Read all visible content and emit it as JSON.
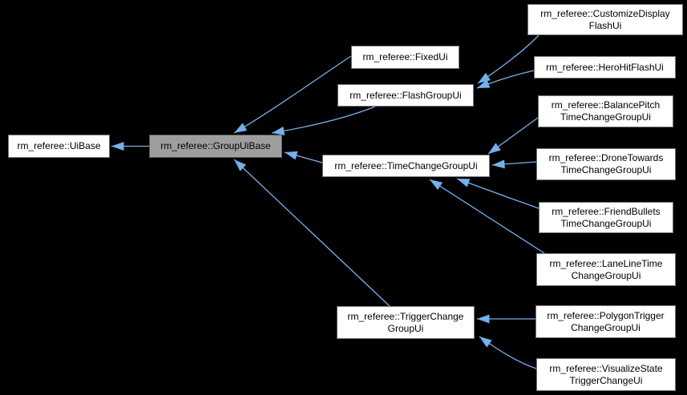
{
  "diagram": {
    "kind": "inheritance-graph",
    "background_color": "#000000",
    "edge_color": "#74b1ec",
    "node_fill": "#ffffff",
    "node_border": "#757575",
    "highlight_fill": "#9e9e9e",
    "highlight_border": "#545454",
    "text_color": "#000000",
    "nodes": [
      {
        "id": "uibase",
        "full_name": "rm_referee::UiBase",
        "label": [
          "rm_referee::UiBase"
        ],
        "role": "base"
      },
      {
        "id": "groupuibase",
        "full_name": "rm_referee::GroupUiBase",
        "label": [
          "rm_referee::GroupUiBase"
        ],
        "role": "current"
      },
      {
        "id": "fixedui",
        "full_name": "rm_referee::FixedUi",
        "label": [
          "rm_referee::FixedUi"
        ],
        "role": "derived"
      },
      {
        "id": "flashgroupui",
        "full_name": "rm_referee::FlashGroupUi",
        "label": [
          "rm_referee::FlashGroupUi"
        ],
        "role": "derived"
      },
      {
        "id": "timechangegroupui",
        "full_name": "rm_referee::TimeChangeGroupUi",
        "label": [
          "rm_referee::TimeChangeGroupUi"
        ],
        "role": "derived"
      },
      {
        "id": "triggerchangegroupui",
        "full_name": "rm_referee::TriggerChangeGroupUi",
        "label": [
          "rm_referee::TriggerChange",
          "GroupUi"
        ],
        "role": "derived"
      },
      {
        "id": "customizedisplayflashui",
        "full_name": "rm_referee::CustomizeDisplayFlashUi",
        "label": [
          "rm_referee::CustomizeDisplay",
          "FlashUi"
        ],
        "role": "derived"
      },
      {
        "id": "herohitflashui",
        "full_name": "rm_referee::HeroHitFlashUi",
        "label": [
          "rm_referee::HeroHitFlashUi"
        ],
        "role": "derived"
      },
      {
        "id": "balancepitch",
        "full_name": "rm_referee::BalancePitchTimeChangeGroupUi",
        "label": [
          "rm_referee::BalancePitch",
          "TimeChangeGroupUi"
        ],
        "role": "derived"
      },
      {
        "id": "dronetowards",
        "full_name": "rm_referee::DroneTowardsTimeChangeGroupUi",
        "label": [
          "rm_referee::DroneTowards",
          "TimeChangeGroupUi"
        ],
        "role": "derived"
      },
      {
        "id": "friendbullets",
        "full_name": "rm_referee::FriendBulletsTimeChangeGroupUi",
        "label": [
          "rm_referee::FriendBullets",
          "TimeChangeGroupUi"
        ],
        "role": "derived"
      },
      {
        "id": "laneline",
        "full_name": "rm_referee::LaneLineTimeChangeGroupUi",
        "label": [
          "rm_referee::LaneLineTime",
          "ChangeGroupUi"
        ],
        "role": "derived"
      },
      {
        "id": "polygontrigger",
        "full_name": "rm_referee::PolygonTriggerChangeGroupUi",
        "label": [
          "rm_referee::PolygonTrigger",
          "ChangeGroupUi"
        ],
        "role": "derived"
      },
      {
        "id": "visualizestate",
        "full_name": "rm_referee::VisualizeStateTriggerChangeUi",
        "label": [
          "rm_referee::VisualizeState",
          "TriggerChangeUi"
        ],
        "role": "derived"
      }
    ],
    "edges": [
      {
        "from": "rm_referee::GroupUiBase",
        "to": "rm_referee::UiBase"
      },
      {
        "from": "rm_referee::FixedUi",
        "to": "rm_referee::GroupUiBase"
      },
      {
        "from": "rm_referee::FlashGroupUi",
        "to": "rm_referee::GroupUiBase"
      },
      {
        "from": "rm_referee::TimeChangeGroupUi",
        "to": "rm_referee::GroupUiBase"
      },
      {
        "from": "rm_referee::TriggerChangeGroupUi",
        "to": "rm_referee::GroupUiBase"
      },
      {
        "from": "rm_referee::CustomizeDisplayFlashUi",
        "to": "rm_referee::FlashGroupUi"
      },
      {
        "from": "rm_referee::HeroHitFlashUi",
        "to": "rm_referee::FlashGroupUi"
      },
      {
        "from": "rm_referee::BalancePitchTimeChangeGroupUi",
        "to": "rm_referee::TimeChangeGroupUi"
      },
      {
        "from": "rm_referee::DroneTowardsTimeChangeGroupUi",
        "to": "rm_referee::TimeChangeGroupUi"
      },
      {
        "from": "rm_referee::FriendBulletsTimeChangeGroupUi",
        "to": "rm_referee::TimeChangeGroupUi"
      },
      {
        "from": "rm_referee::LaneLineTimeChangeGroupUi",
        "to": "rm_referee::TimeChangeGroupUi"
      },
      {
        "from": "rm_referee::PolygonTriggerChangeGroupUi",
        "to": "rm_referee::TriggerChangeGroupUi"
      },
      {
        "from": "rm_referee::VisualizeStateTriggerChangeUi",
        "to": "rm_referee::TriggerChangeGroupUi"
      }
    ]
  }
}
